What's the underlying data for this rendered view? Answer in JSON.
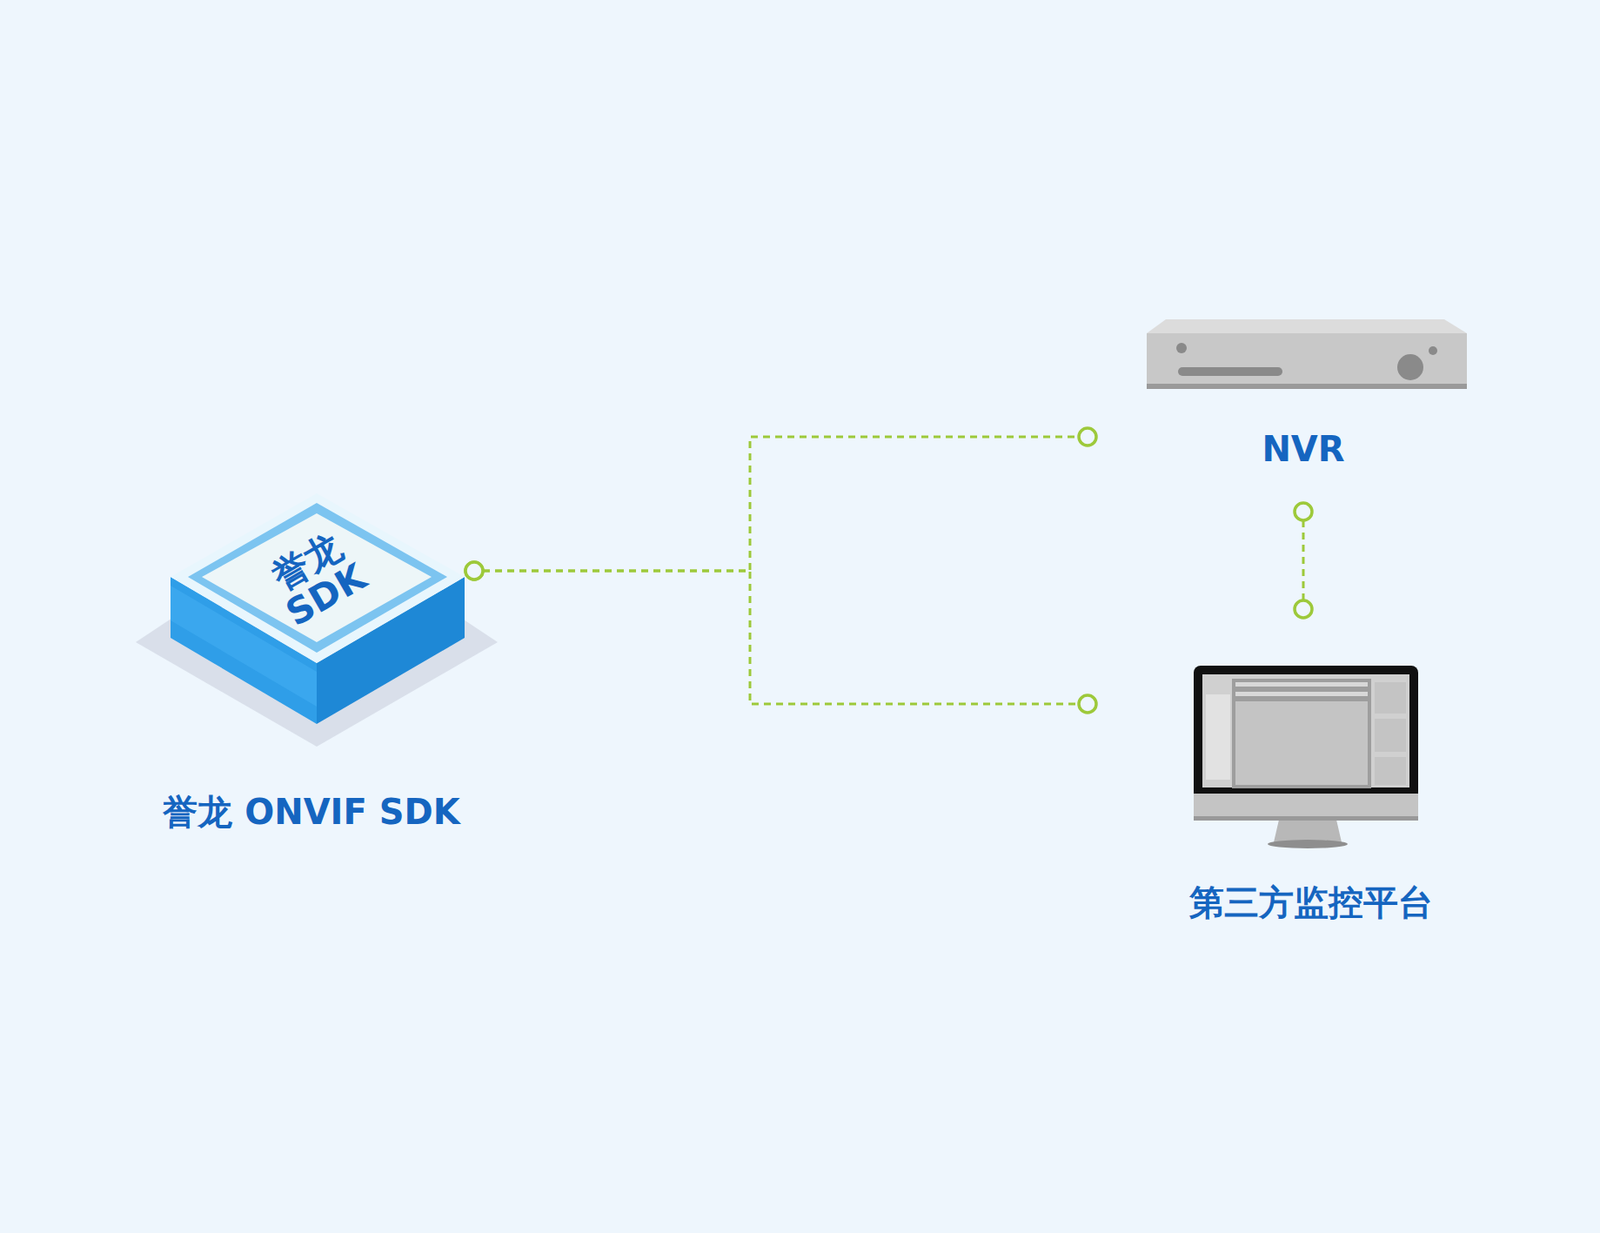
{
  "diagram": {
    "nodes": [
      {
        "text": [
          "誉龙 SDK",
          "誉龙 ONVIF SDK"
        ]
      },
      {
        "text": [
          "NVR"
        ]
      },
      {
        "text": [
          "第三方监控平台"
        ]
      }
    ],
    "edges": [
      {
        "from": 0,
        "to": 1,
        "arrow": "none"
      },
      {
        "from": 0,
        "to": 2,
        "arrow": "none"
      },
      {
        "from": 1,
        "to": 2,
        "arrow": "none"
      }
    ]
  }
}
